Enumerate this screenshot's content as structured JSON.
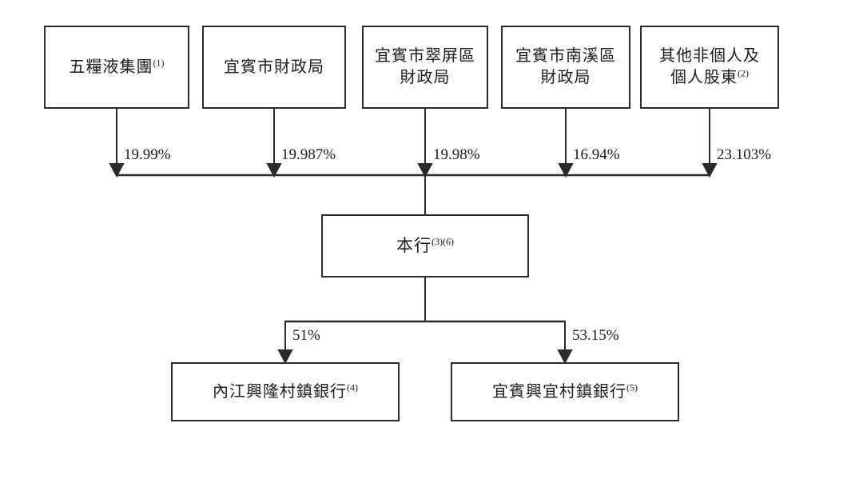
{
  "diagram": {
    "shareholders": [
      {
        "name_line1": "五糧液集團",
        "name_line2": "",
        "footnote": "(1)",
        "ownership_pct": "19.99%"
      },
      {
        "name_line1": "宜賓市財政局",
        "name_line2": "",
        "footnote": "",
        "ownership_pct": "19.987%"
      },
      {
        "name_line1": "宜賓市翠屏區",
        "name_line2": "財政局",
        "footnote": "",
        "ownership_pct": "19.98%"
      },
      {
        "name_line1": "宜賓市南溪區",
        "name_line2": "財政局",
        "footnote": "",
        "ownership_pct": "16.94%"
      },
      {
        "name_line1": "其他非個人及",
        "name_line2": "個人股東",
        "footnote": "(2)",
        "ownership_pct": "23.103%"
      }
    ],
    "bank": {
      "name": "本行",
      "footnote": "(3)(6)"
    },
    "subsidiaries": [
      {
        "name": "內江興隆村鎮銀行",
        "footnote": "(4)",
        "ownership_pct": "51%"
      },
      {
        "name": "宜賓興宜村鎮銀行",
        "footnote": "(5)",
        "ownership_pct": "53.15%"
      }
    ],
    "colors": {
      "background": "#ffffff",
      "line": "#2b2b2b",
      "box_border": "#2b2b2b",
      "text": "#1c1c1c"
    }
  }
}
